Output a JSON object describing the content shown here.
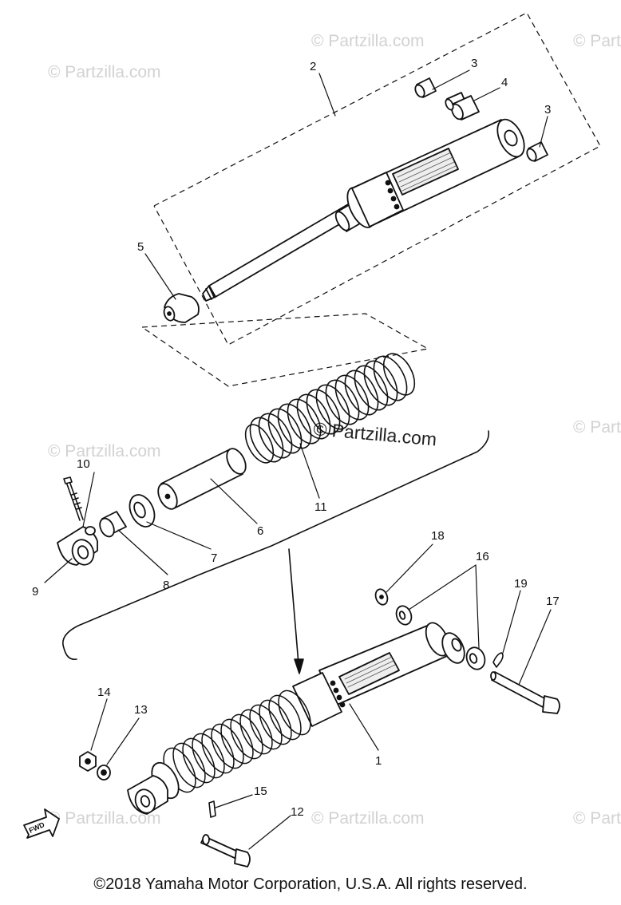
{
  "watermarks": {
    "text": "© Partzilla.com",
    "center_text": "© Partzilla.com"
  },
  "fwd_label": "FWD",
  "callouts": {
    "c1": "1",
    "c2": "2",
    "c3a": "3",
    "c3b": "3",
    "c4": "4",
    "c5": "5",
    "c6": "6",
    "c7": "7",
    "c8": "8",
    "c9": "9",
    "c10": "10",
    "c11": "11",
    "c12": "12",
    "c13": "13",
    "c14": "14",
    "c15": "15",
    "c16": "16",
    "c17": "17",
    "c18": "18",
    "c19": "19"
  },
  "copyright": "©2018 Yamaha Motor Corporation, U.S.A. All rights reserved."
}
